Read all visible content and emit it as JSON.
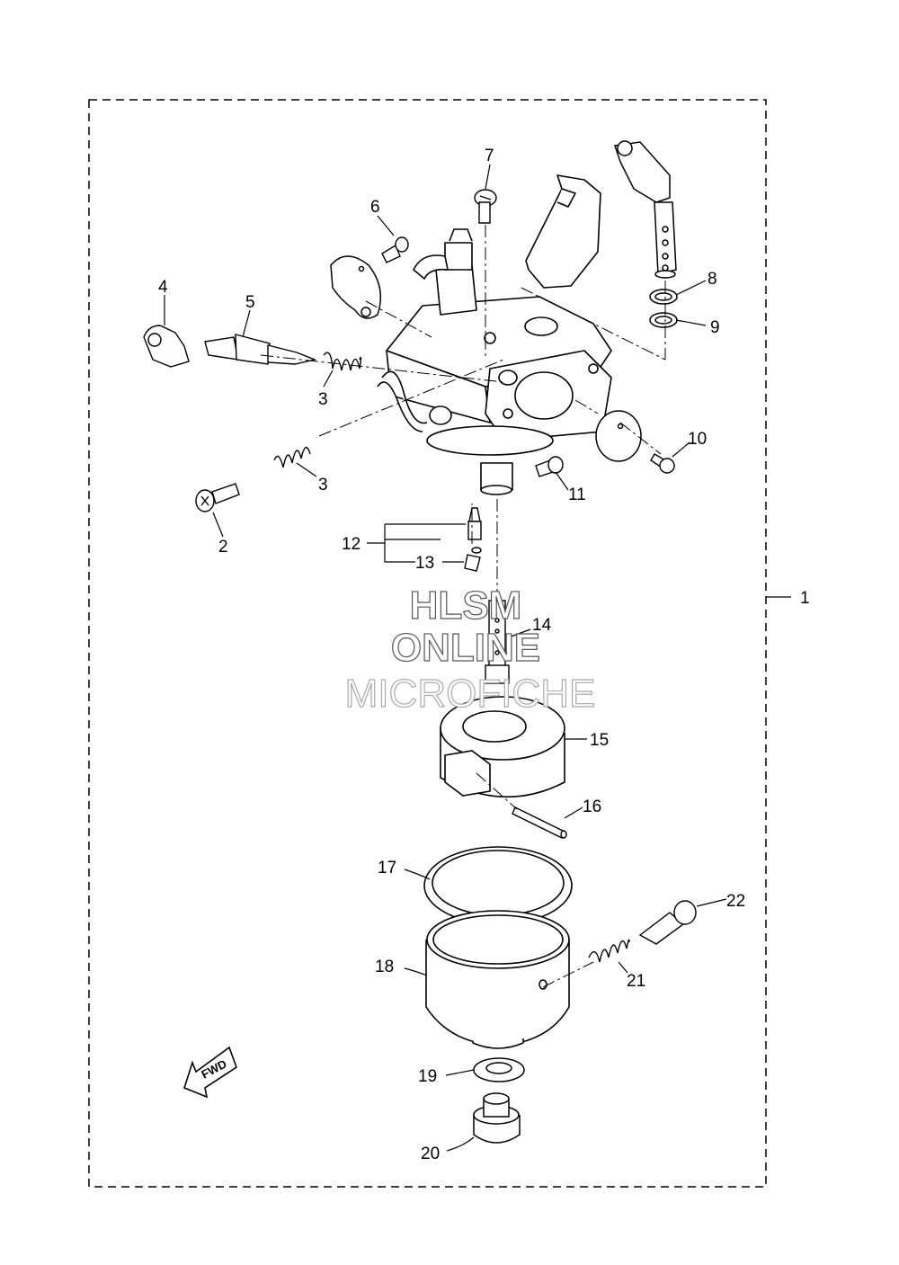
{
  "labels": {
    "l1": "1",
    "l2": "2",
    "l3a": "3",
    "l3b": "3",
    "l4": "4",
    "l5": "5",
    "l6": "6",
    "l7": "7",
    "l8": "8",
    "l9": "9",
    "l10": "10",
    "l11": "11",
    "l12": "12",
    "l13": "13",
    "l14": "14",
    "l15": "15",
    "l16": "16",
    "l17": "17",
    "l18": "18",
    "l19": "19",
    "l20": "20",
    "l21": "21",
    "l22": "22"
  },
  "watermark": {
    "line1": "HLSM",
    "line2": "ONLINE",
    "line3": "MICROFICHE"
  },
  "fwd_arrow": "FWD"
}
